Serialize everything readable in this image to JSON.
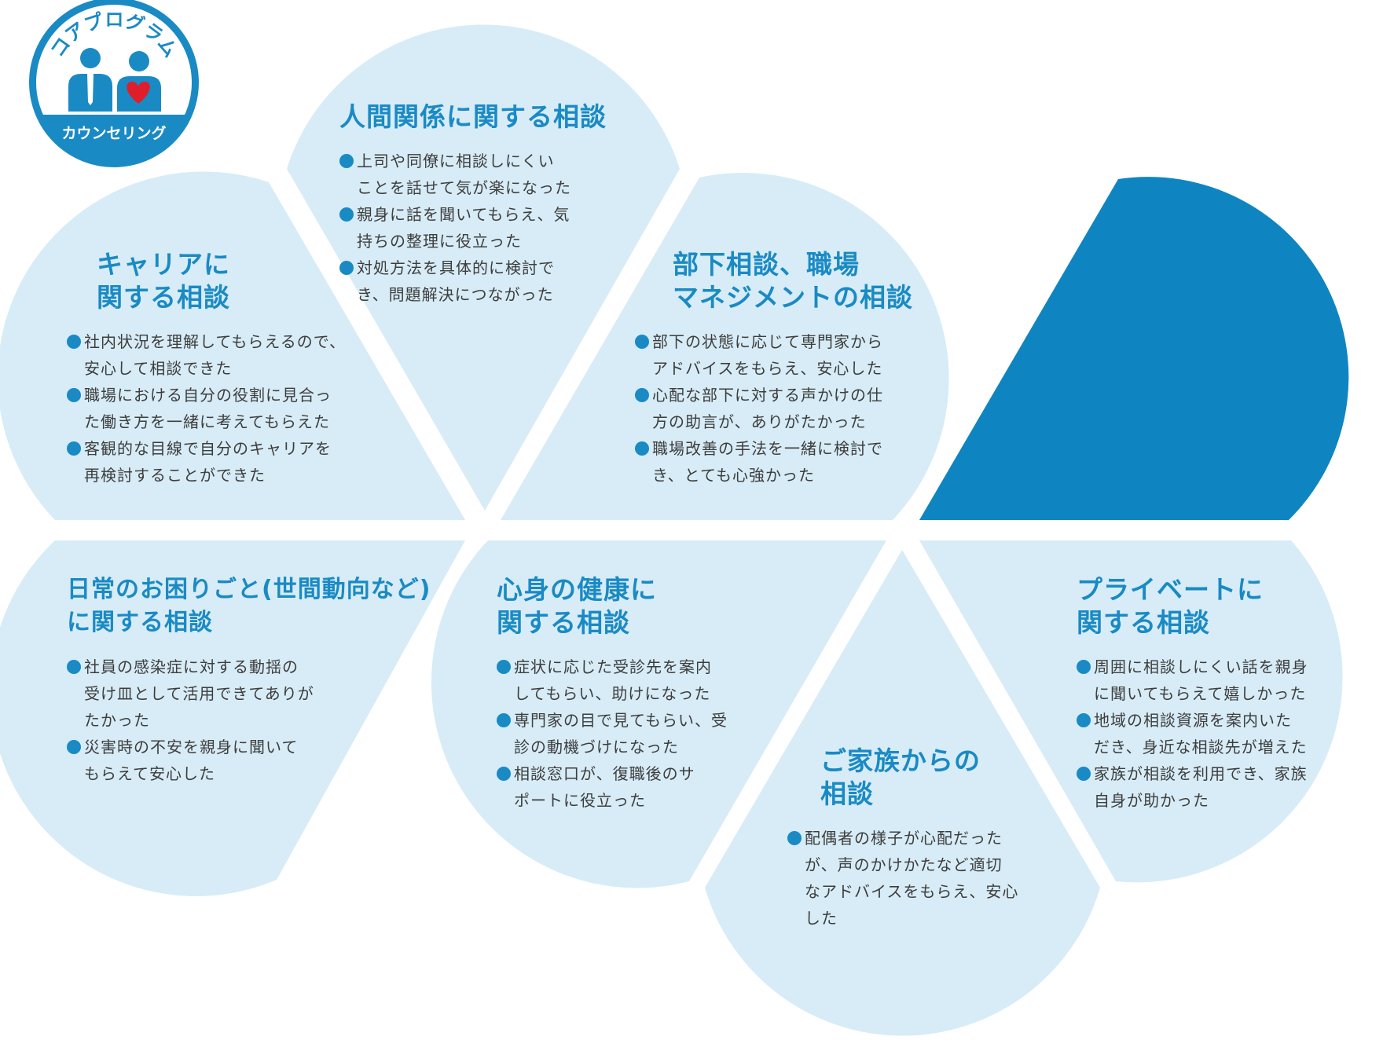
{
  "logo": {
    "top_text": "コアプログラム",
    "bottom_text": "カウンセリング",
    "icon": "two-people-heart-icon"
  },
  "colors": {
    "bubble": "#d7ecf6",
    "accent": "#1a8ac4",
    "highlight": "#0e85c0",
    "text": "#3d3d3d"
  },
  "sections": {
    "human": {
      "title": [
        "人間関係に関する相談"
      ],
      "items": [
        [
          "上司や同僚に相談しにくい",
          "ことを話せて気が楽になった"
        ],
        [
          "親身に話を聞いてもらえ、気",
          "持ちの整理に役立った"
        ],
        [
          "対処方法を具体的に検討で",
          "き、問題解決につながった"
        ]
      ]
    },
    "career": {
      "title": [
        "キャリアに",
        "関する相談"
      ],
      "items": [
        [
          "社内状況を理解してもらえるので、",
          "安心して相談できた"
        ],
        [
          "職場における自分の役割に見合っ",
          "た働き方を一緒に考えてもらえた"
        ],
        [
          "客観的な目線で自分のキャリアを",
          "再検討することができた"
        ]
      ]
    },
    "subordinate": {
      "title": [
        "部下相談、職場",
        "マネジメントの相談"
      ],
      "items": [
        [
          "部下の状態に応じて専門家から",
          "アドバイスをもらえ、安心した"
        ],
        [
          "心配な部下に対する声かけの仕",
          "方の助言が、ありがたかった"
        ],
        [
          "職場改善の手法を一緒に検討で",
          "き、とても心強かった"
        ]
      ]
    },
    "daily": {
      "title": [
        "日常のお困りごと(世間動向など)",
        "に関する相談"
      ],
      "items": [
        [
          "社員の感染症に対する動揺の",
          "受け皿として活用できてありが",
          "たかった"
        ],
        [
          "災害時の不安を親身に聞いて",
          "もらえて安心した"
        ]
      ]
    },
    "health": {
      "title": [
        "心身の健康に",
        "関する相談"
      ],
      "items": [
        [
          "症状に応じた受診先を案内",
          "してもらい、助けになった"
        ],
        [
          "専門家の目で見てもらい、受",
          "診の動機づけになった"
        ],
        [
          "相談窓口が、復職後のサ",
          "ポートに役立った"
        ]
      ]
    },
    "family": {
      "title": [
        "ご家族からの",
        "相談"
      ],
      "items": [
        [
          "配偶者の様子が心配だった",
          "が、声のかけかたなど適切",
          "なアドバイスをもらえ、安心",
          "した"
        ]
      ]
    },
    "private": {
      "title": [
        "プライベートに",
        "関する相談"
      ],
      "items": [
        [
          "周囲に相談しにくい話を親身",
          "に聞いてもらえて嬉しかった"
        ],
        [
          "地域の相談資源を案内いた",
          "だき、身近な相談先が増えた"
        ],
        [
          "家族が相談を利用でき、家族",
          "自身が助かった"
        ]
      ]
    }
  }
}
